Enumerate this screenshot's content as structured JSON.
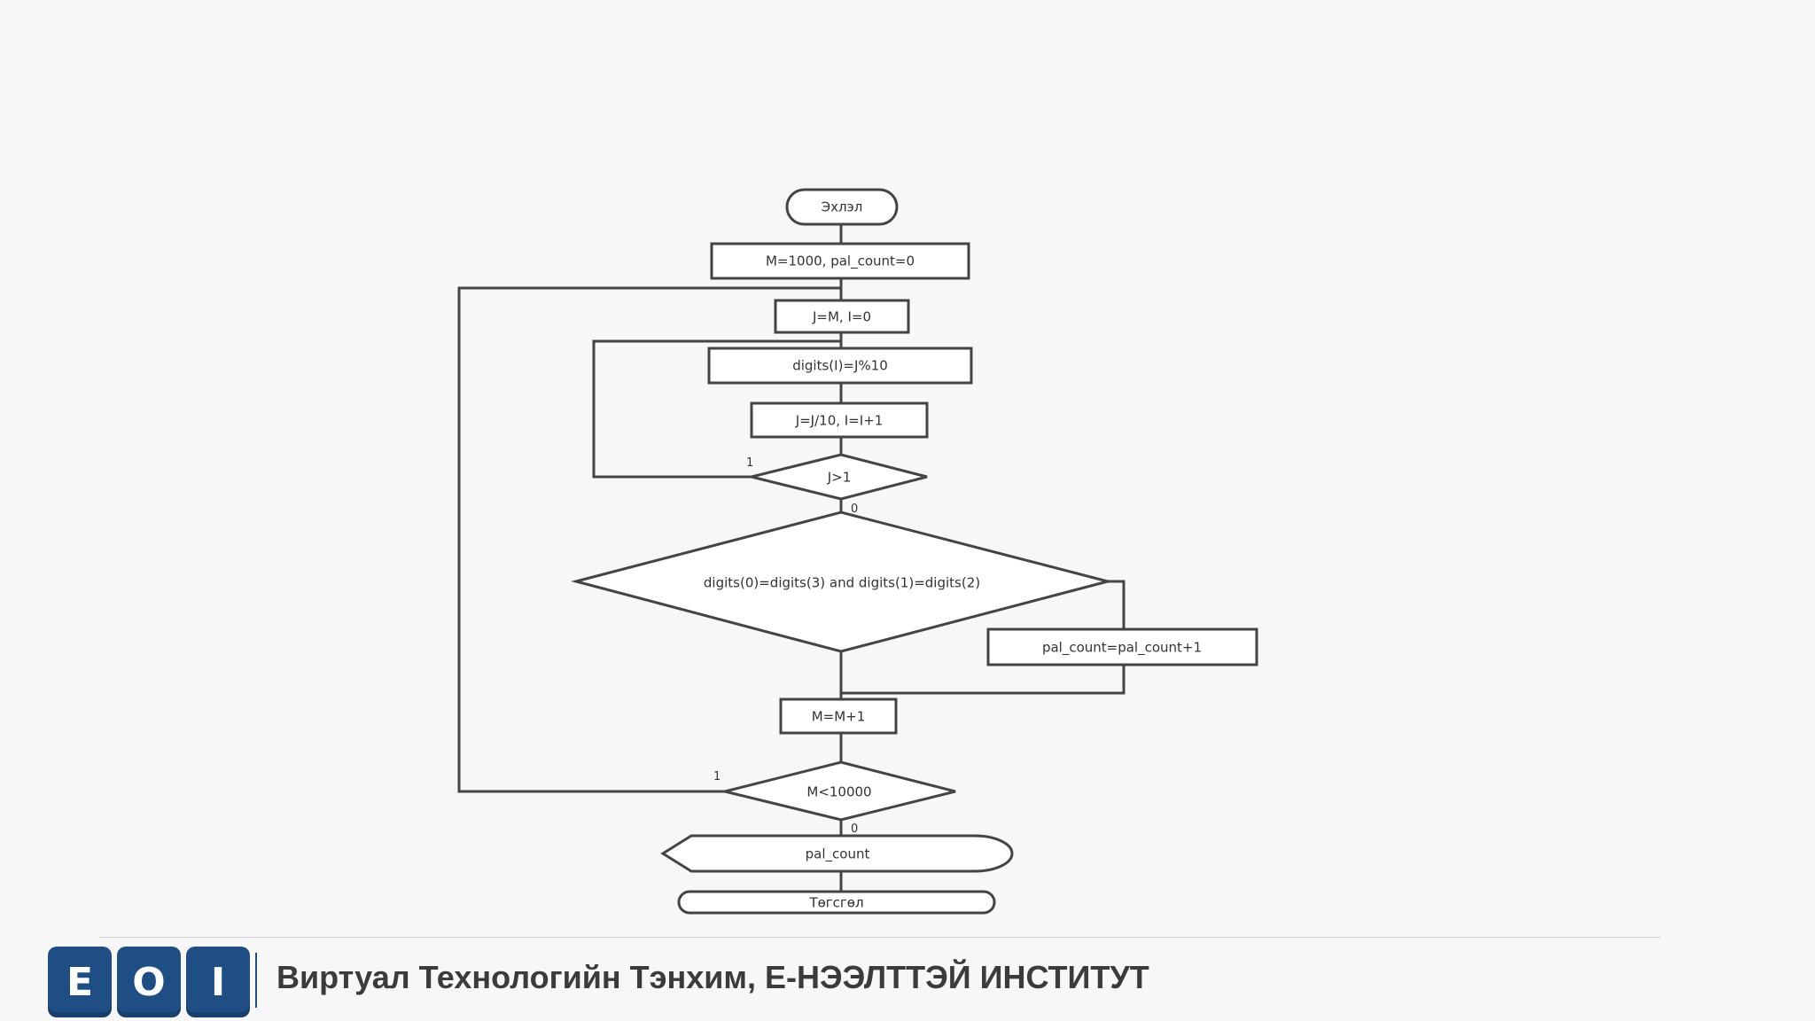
{
  "flowchart": {
    "start": "Эхлэл",
    "init": "M=1000, pal_count=0",
    "set_j": "J=M, I=0",
    "digit_store": "digits(I)=J%10",
    "divide": "J=J/10, I=I+1",
    "inner_condition": "J>1",
    "inner_true_label": "1",
    "inner_false_label": "0",
    "palindrome_condition": "digits(0)=digits(3) and digits(1)=digits(2)",
    "increment_count": "pal_count=pal_count+1",
    "increment_m": "M=M+1",
    "outer_condition": "M<10000",
    "outer_true_label": "1",
    "outer_false_label": "0",
    "output": "pal_count",
    "end": "Төгсгөл"
  },
  "footer": {
    "logo_letters": [
      "E",
      "O",
      "I"
    ],
    "caption": "Виртуал Технологийн Тэнхим, Е-НЭЭЛТТЭЙ ИНСТИТУТ",
    "brand_color": "#1f4e85"
  }
}
